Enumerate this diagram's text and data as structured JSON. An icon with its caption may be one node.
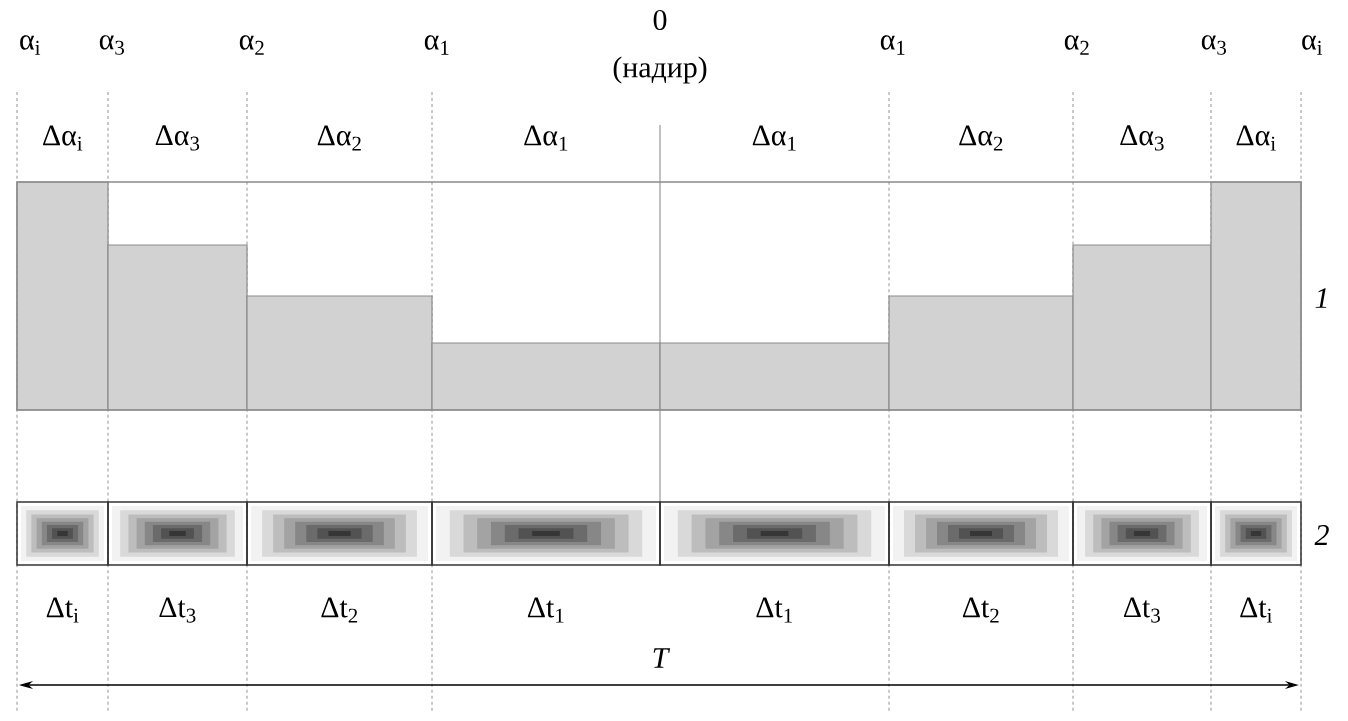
{
  "diagram": {
    "labels": [
      "α$_{i}$",
      "α$_{3}$",
      "α$_{2}$",
      "α$_{1}$",
      "0",
      "α$_{1}$",
      "α$_{2}$",
      "α$_{3}$",
      "α$_{i}$",
      "(надир)",
      "Δα$_{i}$",
      "Δα$_{3}$",
      "Δα$_{2}$",
      "Δα$_{1}$",
      "Δα$_{1}$",
      "Δα$_{2}$",
      "Δα$_{3}$",
      "Δα$_{i}$",
      "1",
      "2",
      "Δt$_{i}$",
      "Δt$_{3}$",
      "Δt$_{2}$",
      "Δt$_{1}$",
      "Δt$_{1}$",
      "Δt$_{2}$",
      "Δt$_{3}$",
      "Δt$_{i}$",
      "T"
    ]
  }
}
